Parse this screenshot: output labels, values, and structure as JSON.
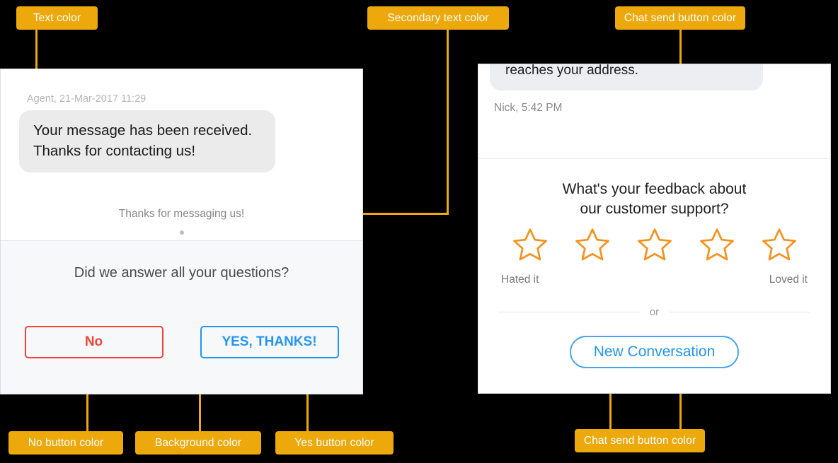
{
  "annotations": [
    {
      "id": "text-color",
      "label": "Text color"
    },
    {
      "id": "secondary-text-color",
      "label": "Secondary text color"
    },
    {
      "id": "chat-send-button-top",
      "label": "Chat send button color"
    },
    {
      "id": "no-button-color",
      "label": "No button color"
    },
    {
      "id": "background-color",
      "label": "Background color"
    },
    {
      "id": "yes-button-color",
      "label": "Yes button color"
    },
    {
      "id": "chat-send-button-bottom",
      "label": "Chat send button color"
    }
  ],
  "colors": {
    "annotation_badge": "#EDA80C",
    "connector": "#EDA80C",
    "page_background": "#000000",
    "panel_background": "#FFFFFF",
    "prompt_background": "#F7F8FA",
    "bubble_background": "#EBEBEB",
    "primary_text": "#1A1A1A",
    "secondary_text": "#868686",
    "no_button": "#F44336",
    "yes_button": "#2196F3",
    "star_outline": "#F5921E",
    "new_conversation_button": "#2196F3"
  },
  "left_panel": {
    "message": {
      "meta": "Agent, 21-Mar-2017 11:29",
      "text": "Your message has been received. Thanks for contacting us!"
    },
    "system_note": "Thanks for messaging us!",
    "prompt": {
      "question": "Did we answer all your questions?",
      "no_label": "No",
      "yes_label": "YES, THANKS!"
    }
  },
  "right_panel": {
    "message": {
      "text": "reaches your address.",
      "meta": "Nick, 5:42 PM"
    },
    "feedback": {
      "title_line1": "What's your feedback about",
      "title_line2": "our customer support?",
      "stars": 5,
      "low_label": "Hated it",
      "high_label": "Loved it",
      "or_label": "or",
      "new_conversation_label": "New Conversation"
    }
  }
}
